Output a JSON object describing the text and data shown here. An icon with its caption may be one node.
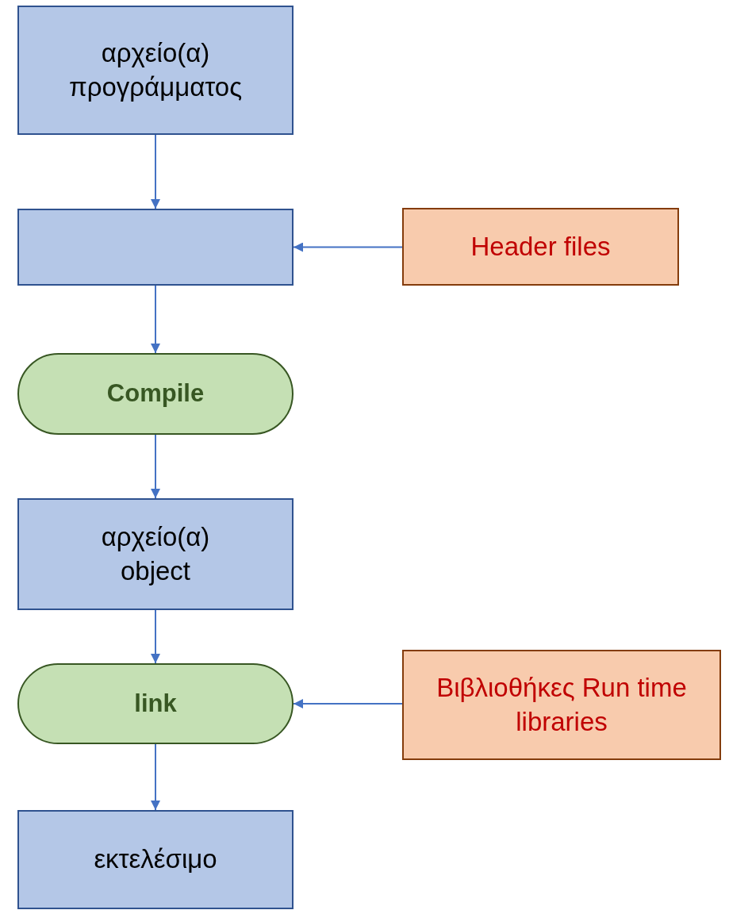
{
  "diagram": {
    "nodes": [
      {
        "text": [
          "αρχείο(α) προγράμματος"
        ]
      },
      {
        "text": [],
        "shape": "box"
      },
      {
        "text": [
          "Header files"
        ]
      },
      {
        "text": [
          "Compile"
        ]
      },
      {
        "text": [
          "αρχείο(α) object"
        ]
      },
      {
        "text": [
          "link"
        ]
      },
      {
        "text": [
          "Βιβλιοθήκες Run time libraries"
        ]
      },
      {
        "text": [
          "εκτελέσιμο"
        ]
      }
    ],
    "edges": [
      {
        "from": 0,
        "to": 1,
        "arrow": "to"
      },
      {
        "from": 2,
        "to": 1,
        "arrow": "to"
      },
      {
        "from": 1,
        "to": 3,
        "arrow": "to"
      },
      {
        "from": 3,
        "to": 4,
        "arrow": "to"
      },
      {
        "from": 4,
        "to": 5,
        "arrow": "to"
      },
      {
        "from": 6,
        "to": 5,
        "arrow": "to"
      },
      {
        "from": 5,
        "to": 7,
        "arrow": "to"
      }
    ]
  }
}
